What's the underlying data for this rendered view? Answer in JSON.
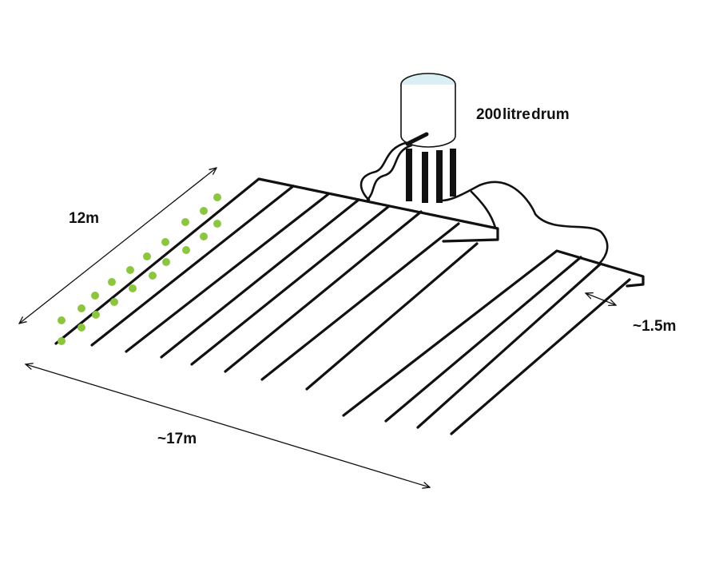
{
  "labels": {
    "drum": "200 litre drum",
    "length": "12m",
    "width": "~17m",
    "spacing": "~1.5m"
  },
  "colors": {
    "line": "#111111",
    "plant_dots": "#8cc63f",
    "drum_water": "#d9eef5",
    "background": "#ffffff"
  },
  "legend": {
    "plant_marker": "green-dot"
  }
}
